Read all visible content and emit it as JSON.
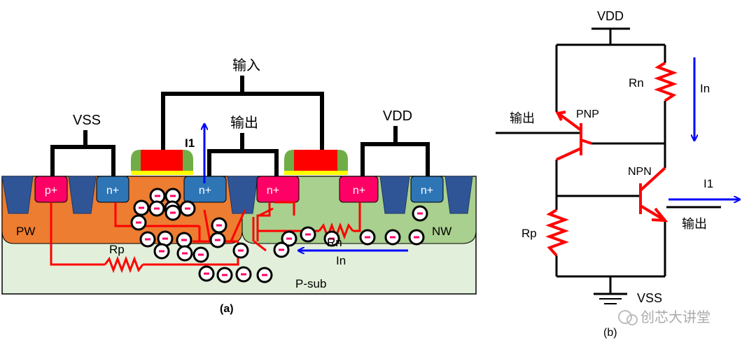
{
  "panel_a": {
    "caption": "(a)",
    "input_label": "输入",
    "output_label": "输出",
    "vss_label": "VSS",
    "vdd_label": "VDD",
    "current_label": "I1",
    "p_plus": "p+",
    "n_plus_1": "n+",
    "n_plus_2": "n+",
    "p_plus_2": "n+",
    "n_plus_3": "n+",
    "n_plus_4": "n+",
    "pw_label": "PW",
    "nw_label": "NW",
    "psub_label": "P-sub",
    "rp_label": "Rp",
    "rn_label": "Rn",
    "in_label": "In",
    "electron_sign": "-"
  },
  "panel_b": {
    "caption": "(b)",
    "vdd_label": "VDD",
    "vss_label": "VSS",
    "rn_label": "Rn",
    "rp_label": "Rp",
    "in_label": "In",
    "i1_label": "I1",
    "pnp_label": "PNP",
    "npn_label": "NPN",
    "output_left": "输出",
    "output_right": "输出"
  },
  "watermark": "创芯大讲堂",
  "colors": {
    "wire_black": "#000000",
    "wire_red": "#ff0000",
    "arrow_blue": "#0000ff",
    "pw_orange": "#ed7d31",
    "nw_green": "#a9d08e",
    "psub": "#e2efda",
    "sti_blue": "#2f5597",
    "nplus_blue": "#2e75b6",
    "pplus_pink": "#ff0066",
    "gate_red": "#ff0000",
    "gate_green": "#70ad47",
    "gate_yellow": "#ffff00"
  }
}
